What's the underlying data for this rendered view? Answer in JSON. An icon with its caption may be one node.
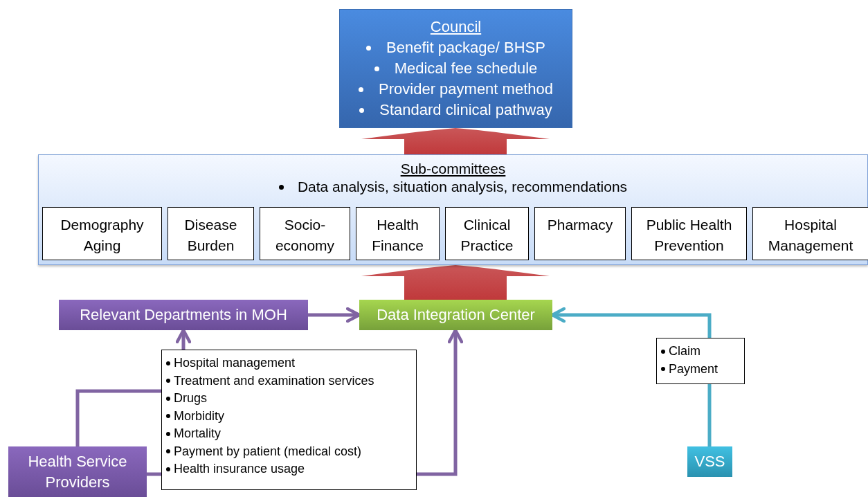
{
  "diagram": {
    "nodes": [
      {
        "text": [
          "Council",
          "Benefit package/ BHSP",
          "Medical fee schedule",
          "Provider payment method",
          "Standard clinical pathway"
        ]
      },
      {
        "text": [
          "Sub-committees",
          "Data analysis, situation analysis, recommendations"
        ]
      },
      {
        "text": [
          "Demography Aging"
        ],
        "in": 1
      },
      {
        "text": [
          "Disease Burden"
        ],
        "in": 1
      },
      {
        "text": [
          "Socio-economy"
        ],
        "in": 1
      },
      {
        "text": [
          "Health Finance"
        ],
        "in": 1
      },
      {
        "text": [
          "Clinical Practice"
        ],
        "in": 1
      },
      {
        "text": [
          "Pharmacy"
        ],
        "in": 1
      },
      {
        "text": [
          "Public Health Prevention"
        ],
        "in": 1
      },
      {
        "text": [
          "Hospital Management"
        ],
        "in": 1
      },
      {
        "text": [
          "Relevant Departments in MOH"
        ]
      },
      {
        "text": [
          "Data Integration Center"
        ]
      },
      {
        "text": [
          "Hospital management",
          "Treatment and examination services",
          "Drugs",
          "Morbidity",
          "Mortality",
          "Payment by patient (medical cost)",
          "Health insurance usage"
        ]
      },
      {
        "text": [
          "Claim",
          "Payment"
        ]
      },
      {
        "text": [
          "Health Service Providers"
        ]
      },
      {
        "text": [
          "VSS"
        ]
      }
    ],
    "edges": [
      {
        "from": 1,
        "to": 0,
        "arrow": "to",
        "style": "thick",
        "color": "#c0393b"
      },
      {
        "from": 11,
        "to": 1,
        "arrow": "to",
        "style": "thick",
        "color": "#c0393b"
      },
      {
        "from": 10,
        "to": 11,
        "arrow": "to",
        "color": "#8064a2"
      },
      {
        "from": 14,
        "to": 12,
        "arrow": "none",
        "color": "#8064a2"
      },
      {
        "from": 12,
        "to": 10,
        "arrow": "to",
        "color": "#8064a2"
      },
      {
        "from": 14,
        "to": 12,
        "arrow": "none",
        "color": "#8064a2"
      },
      {
        "from": 12,
        "to": 11,
        "arrow": "to",
        "color": "#8064a2"
      },
      {
        "from": 15,
        "to": 13,
        "arrow": "none",
        "color": "#4bacc6"
      },
      {
        "from": 13,
        "to": 11,
        "arrow": "to",
        "color": "#4bacc6"
      }
    ]
  }
}
